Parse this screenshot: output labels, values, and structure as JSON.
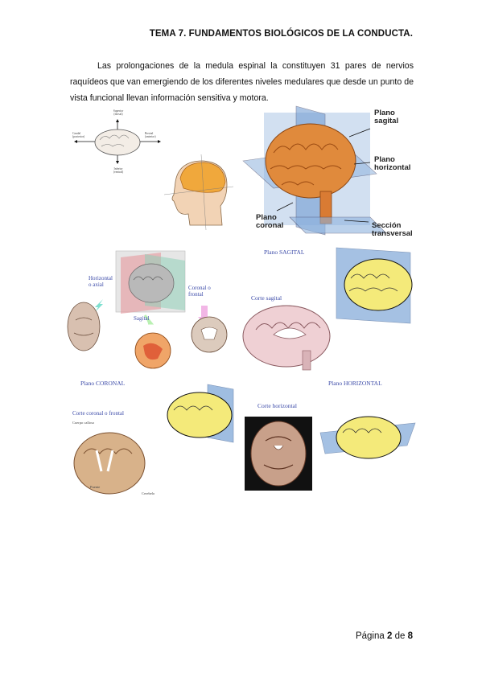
{
  "header": {
    "title": "TEMA 7. FUNDAMENTOS BIOLÓGICOS DE LA CONDUCTA."
  },
  "body": {
    "paragraph": "Las prolongaciones de la medula espinal la constituyen 31 pares de nervios raquídeos que van emergiendo de los diferentes niveles medulares que desde un punto de vista funcional llevan información sensitiva y motora."
  },
  "figure_orientation": {
    "superior": "Superior (dorsal)",
    "inferior": "Inferior (ventral)",
    "caudal": "Caudal (posterior)",
    "rostral": "Rostral (anterior)"
  },
  "figure_planes": {
    "plano_sagital": "Plano sagital",
    "plano_horizontal": "Plano horizontal",
    "plano_coronal": "Plano coronal",
    "seccion_transversal": "Sección transversal"
  },
  "figure_sections": {
    "horizontal_axial": "Horizontal o axial",
    "sagital": "Sagital",
    "coronal_frontal": "Coronal o frontal",
    "plano_sagital_title": "Plano SAGITAL",
    "corte_sagital": "Corte sagital",
    "plano_coronal_title": "Plano CORONAL",
    "plano_horizontal_title": "Plano HORIZONTAL",
    "corte_coronal": "Corte coronal o frontal",
    "corte_horizontal": "Corte horizontal",
    "cuerpo_calloso": "Cuerpo calloso",
    "puente": "Puente",
    "cerebelo": "Cerebelo"
  },
  "colors": {
    "brain_orange": "#e08a3c",
    "brain_yellow": "#f4ea7a",
    "plane_blue": "#7fa7d8",
    "label_blue": "#3b4aa8"
  },
  "footer": {
    "prefix": "Página",
    "current": "2",
    "sep": "de",
    "total": "8"
  }
}
